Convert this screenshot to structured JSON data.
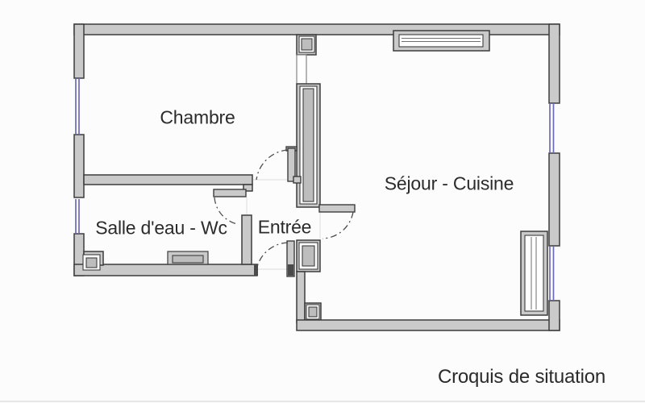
{
  "caption": "Croquis de situation",
  "rooms": [
    {
      "id": "chambre",
      "label": "Chambre"
    },
    {
      "id": "sejour-cuisine",
      "label": "Séjour - Cuisine"
    },
    {
      "id": "salle-eau-wc",
      "label": "Salle d'eau - Wc"
    },
    {
      "id": "entree",
      "label": "Entrée"
    }
  ],
  "colors": {
    "wall_fill": "#cacaca",
    "wall_stroke": "#3d3d3d",
    "stripe_fill": "#bdbdbd",
    "window_blue": "#6b6bb8",
    "text_color": "#2b2b2b",
    "background": "#fcfcfc",
    "faint_line": "#dcdcdc",
    "glazing_line": "#6f6f6f",
    "dark_jamb": "#4a4a4a"
  }
}
